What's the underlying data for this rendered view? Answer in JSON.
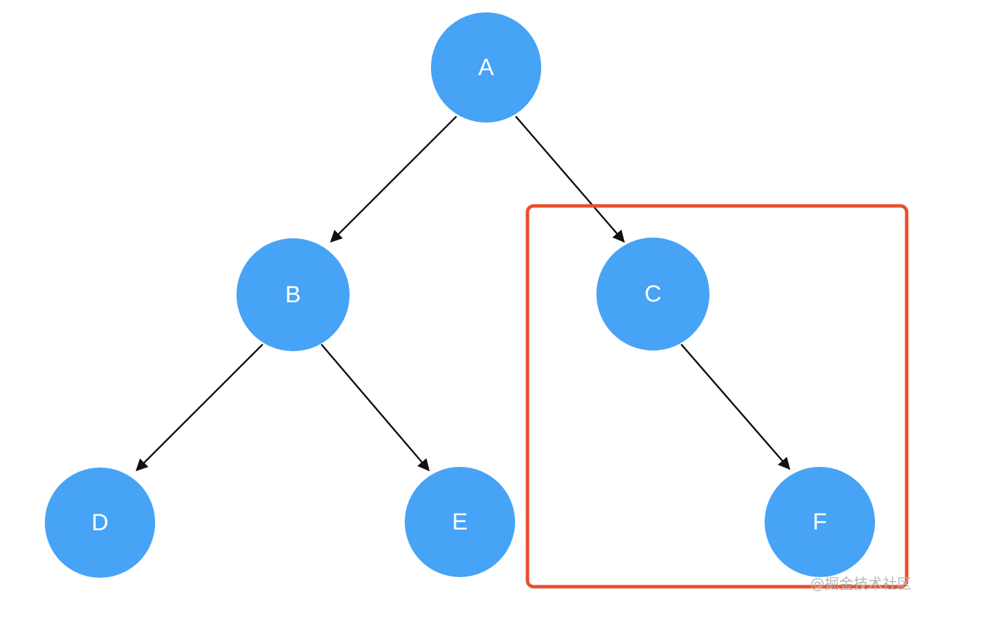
{
  "diagram": {
    "type": "tree",
    "nodes": [
      {
        "id": "A",
        "label": "A"
      },
      {
        "id": "B",
        "label": "B"
      },
      {
        "id": "C",
        "label": "C"
      },
      {
        "id": "D",
        "label": "D"
      },
      {
        "id": "E",
        "label": "E"
      },
      {
        "id": "F",
        "label": "F"
      }
    ],
    "edges": [
      {
        "from": "A",
        "to": "B"
      },
      {
        "from": "A",
        "to": "C"
      },
      {
        "from": "B",
        "to": "D"
      },
      {
        "from": "B",
        "to": "E"
      },
      {
        "from": "C",
        "to": "F"
      }
    ],
    "highlighted_subtree": [
      "C",
      "F"
    ]
  },
  "colors": {
    "node_fill": "#47a3f5",
    "node_text": "#ffffff",
    "edge": "#111111",
    "highlight_box": "#e8502b",
    "watermark": "#b8b8b8"
  },
  "watermark": {
    "text": "@掘金技术社区"
  }
}
